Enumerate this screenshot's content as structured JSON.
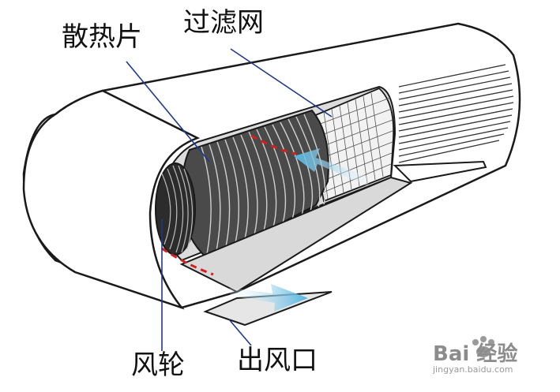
{
  "labels": {
    "fins": "散热片",
    "filter": "过滤网",
    "fan": "风轮",
    "outlet": "出风口"
  },
  "watermark": {
    "logo": "Bai  经验",
    "url": "jingyan.baidu.com"
  },
  "colors": {
    "outline": "#1a1a1a",
    "body": "#ffffff",
    "interior": "#d8d8d8",
    "fins_dark": "#3a3a3a",
    "arrow": "#57b8e0",
    "dashed": "#d62020",
    "leader": "#1f3a8a"
  }
}
